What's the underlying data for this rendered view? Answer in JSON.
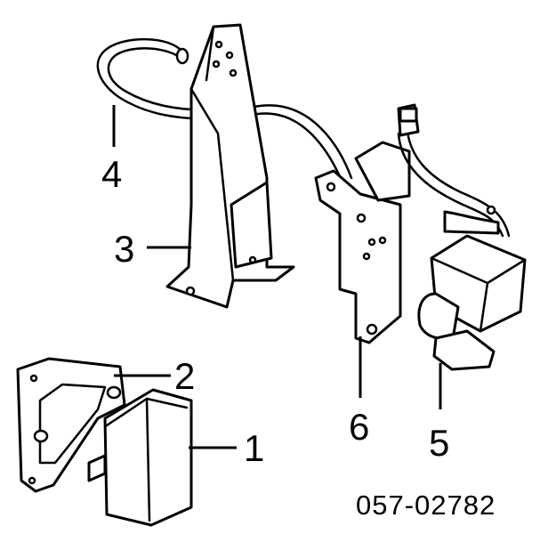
{
  "diagram": {
    "callouts": [
      "1",
      "2",
      "3",
      "4",
      "5",
      "6"
    ],
    "part_code": "057-02782"
  },
  "colors": {
    "line": "#000000",
    "background": "#ffffff"
  }
}
